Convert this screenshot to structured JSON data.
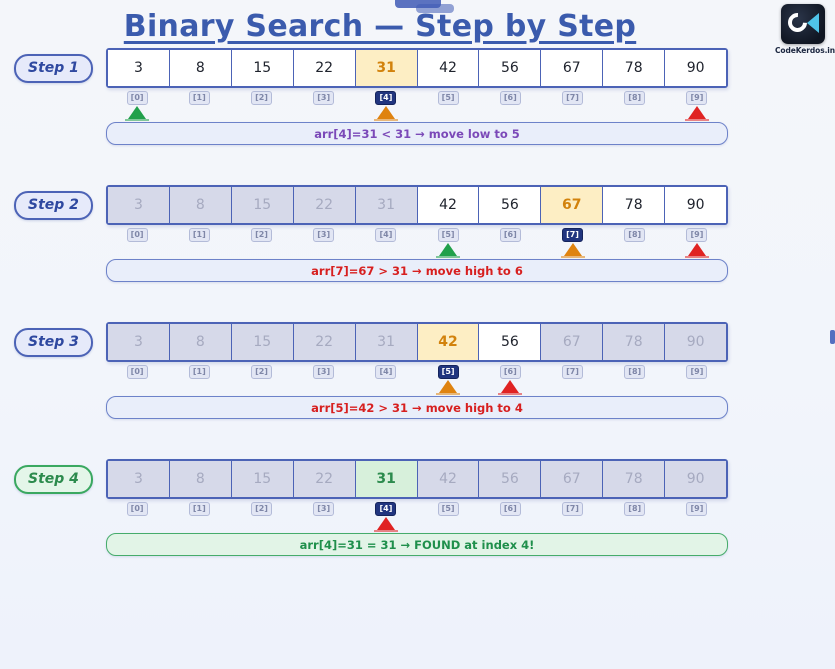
{
  "page": {
    "title": "Binary Search — Step by Step",
    "background": "#f2f5fb",
    "accent": "#3b5bad"
  },
  "logo": {
    "name": "codekerdos-logo",
    "text": "CodeKerdos.in"
  },
  "legend": {
    "low_color": "#21a04b",
    "mid_color": "#df8310",
    "high_color": "#e02323",
    "found_color": "#2c8b4d",
    "dim_color": "#d6d9e9"
  },
  "array": {
    "values": [
      3,
      8,
      15,
      22,
      31,
      42,
      56,
      67,
      78,
      90
    ],
    "indices": [
      "[0]",
      "[1]",
      "[2]",
      "[3]",
      "[4]",
      "[5]",
      "[6]",
      "[7]",
      "[8]",
      "[9]"
    ],
    "target": 31
  },
  "steps": [
    {
      "badge": "Step 1",
      "found": false,
      "cells": [
        {
          "value": "3",
          "state": "normal"
        },
        {
          "value": "8",
          "state": "normal"
        },
        {
          "value": "15",
          "state": "normal"
        },
        {
          "value": "22",
          "state": "normal"
        },
        {
          "value": "31",
          "state": "mid"
        },
        {
          "value": "42",
          "state": "normal"
        },
        {
          "value": "56",
          "state": "normal"
        },
        {
          "value": "67",
          "state": "normal"
        },
        {
          "value": "78",
          "state": "normal"
        },
        {
          "value": "90",
          "state": "normal"
        }
      ],
      "indices": [
        "[0]",
        "[1]",
        "[2]",
        "[3]",
        "[4]",
        "[5]",
        "[6]",
        "[7]",
        "[8]",
        "[9]"
      ],
      "active_index": 4,
      "markers": {
        "low": 0,
        "mid": 4,
        "high": 9
      },
      "message": "arr[4]=31  <  31  →  move low to 5",
      "message_tone": "purple"
    },
    {
      "badge": "Step 2",
      "found": false,
      "cells": [
        {
          "value": "3",
          "state": "dim"
        },
        {
          "value": "8",
          "state": "dim"
        },
        {
          "value": "15",
          "state": "dim"
        },
        {
          "value": "22",
          "state": "dim"
        },
        {
          "value": "31",
          "state": "dim"
        },
        {
          "value": "42",
          "state": "normal"
        },
        {
          "value": "56",
          "state": "normal"
        },
        {
          "value": "67",
          "state": "mid"
        },
        {
          "value": "78",
          "state": "normal"
        },
        {
          "value": "90",
          "state": "normal"
        }
      ],
      "indices": [
        "[0]",
        "[1]",
        "[2]",
        "[3]",
        "[4]",
        "[5]",
        "[6]",
        "[7]",
        "[8]",
        "[9]"
      ],
      "active_index": 7,
      "markers": {
        "low": 5,
        "mid": 7,
        "high": 9
      },
      "message": "arr[7]=67  >  31  →  move high to 6",
      "message_tone": "red"
    },
    {
      "badge": "Step 3",
      "found": false,
      "cells": [
        {
          "value": "3",
          "state": "dim"
        },
        {
          "value": "8",
          "state": "dim"
        },
        {
          "value": "15",
          "state": "dim"
        },
        {
          "value": "22",
          "state": "dim"
        },
        {
          "value": "31",
          "state": "dim"
        },
        {
          "value": "42",
          "state": "mid"
        },
        {
          "value": "56",
          "state": "normal"
        },
        {
          "value": "67",
          "state": "dim"
        },
        {
          "value": "78",
          "state": "dim"
        },
        {
          "value": "90",
          "state": "dim"
        }
      ],
      "indices": [
        "[0]",
        "[1]",
        "[2]",
        "[3]",
        "[4]",
        "[5]",
        "[6]",
        "[7]",
        "[8]",
        "[9]"
      ],
      "active_index": 5,
      "markers": {
        "low": null,
        "mid": 5,
        "high": 6
      },
      "message": "arr[5]=42  >  31  →  move high to 4",
      "message_tone": "red"
    },
    {
      "badge": "Step 4",
      "found": true,
      "cells": [
        {
          "value": "3",
          "state": "dim"
        },
        {
          "value": "8",
          "state": "dim"
        },
        {
          "value": "15",
          "state": "dim"
        },
        {
          "value": "22",
          "state": "dim"
        },
        {
          "value": "31",
          "state": "found"
        },
        {
          "value": "42",
          "state": "dim"
        },
        {
          "value": "56",
          "state": "dim"
        },
        {
          "value": "67",
          "state": "dim"
        },
        {
          "value": "78",
          "state": "dim"
        },
        {
          "value": "90",
          "state": "dim"
        }
      ],
      "indices": [
        "[0]",
        "[1]",
        "[2]",
        "[3]",
        "[4]",
        "[5]",
        "[6]",
        "[7]",
        "[8]",
        "[9]"
      ],
      "active_index": 4,
      "markers": {
        "low": null,
        "mid": null,
        "high": 4
      },
      "message": "arr[4]=31  =  31  →  FOUND at index 4!",
      "message_tone": "green"
    }
  ]
}
